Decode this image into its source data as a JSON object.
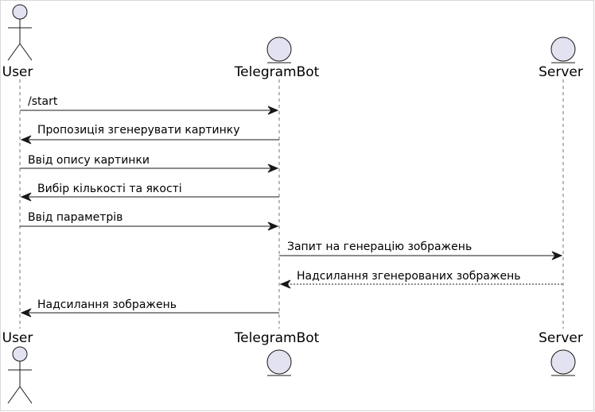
{
  "participants": [
    {
      "id": "user",
      "label": "User",
      "kind": "actor"
    },
    {
      "id": "bot",
      "label": "TelegramBot",
      "kind": "entity"
    },
    {
      "id": "server",
      "label": "Server",
      "kind": "entity"
    }
  ],
  "messages": [
    {
      "from": "user",
      "to": "bot",
      "label": "/start",
      "style": "solid"
    },
    {
      "from": "bot",
      "to": "user",
      "label": "Пропозиція згенерувати картинку",
      "style": "solid"
    },
    {
      "from": "user",
      "to": "bot",
      "label": "Ввід опису картинки",
      "style": "solid"
    },
    {
      "from": "bot",
      "to": "user",
      "label": "Вибір кількості та якості",
      "style": "solid"
    },
    {
      "from": "user",
      "to": "bot",
      "label": "Ввід параметрів",
      "style": "solid"
    },
    {
      "from": "bot",
      "to": "server",
      "label": "Запит на генерацію зображень",
      "style": "solid"
    },
    {
      "from": "server",
      "to": "bot",
      "label": "Надсилання згенерованих зображень",
      "style": "dashed"
    },
    {
      "from": "bot",
      "to": "user",
      "label": "Надсилання зображень",
      "style": "solid"
    }
  ],
  "colors": {
    "participant_fill": "#e2e2f0",
    "line": "#181818"
  }
}
